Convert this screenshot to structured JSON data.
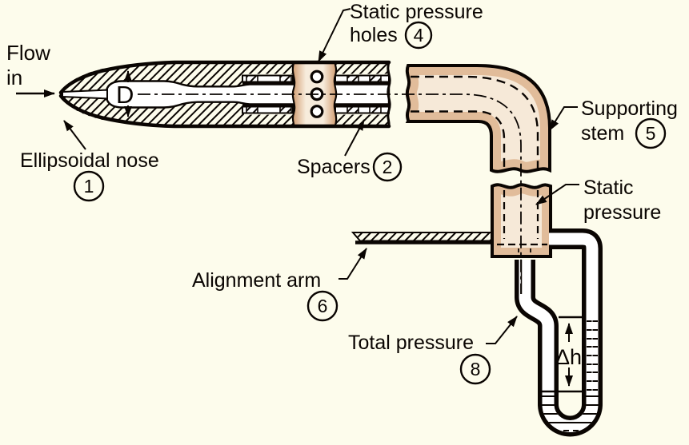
{
  "figure_type": "pitot-static-tube-diagram",
  "colors": {
    "background": "#fdfcec",
    "ink": "#000000",
    "tube_tan_light": "#f6e9d8",
    "tube_tan_shade": "#d39e72"
  },
  "labels": {
    "flow": {
      "line1": "Flow",
      "line2": "in"
    },
    "diameter": "D",
    "nose": {
      "text": "Ellipsoidal nose",
      "num": "1"
    },
    "spacers": {
      "text": "Spacers",
      "num": "2"
    },
    "holes": {
      "line1": "Static pressure",
      "line2": "holes",
      "num": "4"
    },
    "stem": {
      "line1": "Supporting",
      "line2": "stem",
      "num": "5"
    },
    "static_tap": {
      "line1": "Static",
      "line2": "pressure"
    },
    "arm": {
      "text": "Alignment arm",
      "num": "6"
    },
    "total": {
      "text": "Total pressure",
      "num": "8"
    },
    "delta_h": "Δh"
  }
}
